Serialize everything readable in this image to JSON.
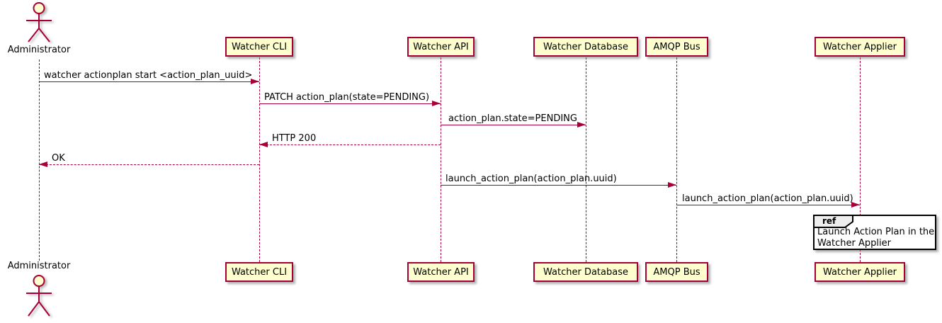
{
  "diagram": {
    "type": "uml-sequence-diagram",
    "colors": {
      "participant_fill": "#FEFECE",
      "participant_border": "#A80036",
      "lifeline": "#A80036",
      "arrow": "#A80036",
      "text": "#000000",
      "ref_border": "#000000",
      "ref_fill": "#FFFFFF",
      "ref_tab_fill": "#EEEEEE",
      "actor_head_fill": "#FEFECE"
    },
    "participants": [
      {
        "id": "administrator",
        "label": "Administrator",
        "kind": "actor"
      },
      {
        "id": "watcher-cli",
        "label": "Watcher CLI",
        "kind": "participant"
      },
      {
        "id": "watcher-api",
        "label": "Watcher API",
        "kind": "participant"
      },
      {
        "id": "watcher-database",
        "label": "Watcher Database",
        "kind": "participant"
      },
      {
        "id": "amqp-bus",
        "label": "AMQP Bus",
        "kind": "participant"
      },
      {
        "id": "watcher-applier",
        "label": "Watcher Applier",
        "kind": "participant"
      }
    ],
    "messages": [
      {
        "from": "Administrator",
        "to": "Watcher CLI",
        "text": "watcher actionplan start <action_plan_uuid>",
        "line": "solid",
        "direction": "right"
      },
      {
        "from": "Watcher CLI",
        "to": "Watcher API",
        "text": "PATCH action_plan(state=PENDING)",
        "line": "solid",
        "direction": "right"
      },
      {
        "from": "Watcher API",
        "to": "Watcher Database",
        "text": "action_plan.state=PENDING",
        "line": "solid",
        "direction": "right"
      },
      {
        "from": "Watcher API",
        "to": "Watcher CLI",
        "text": "HTTP 200",
        "line": "dashed",
        "direction": "left"
      },
      {
        "from": "Watcher CLI",
        "to": "Administrator",
        "text": "OK",
        "line": "dashed",
        "direction": "left"
      },
      {
        "from": "Watcher API",
        "to": "AMQP Bus",
        "text": "launch_action_plan(action_plan.uuid)",
        "line": "solid",
        "direction": "right"
      },
      {
        "from": "AMQP Bus",
        "to": "Watcher Applier",
        "text": "launch_action_plan(action_plan.uuid)",
        "line": "solid",
        "direction": "right"
      }
    ],
    "ref": {
      "keyword": "ref",
      "over": "watcher-applier",
      "lines": [
        "Launch Action Plan in the",
        "Watcher Applier"
      ]
    }
  }
}
